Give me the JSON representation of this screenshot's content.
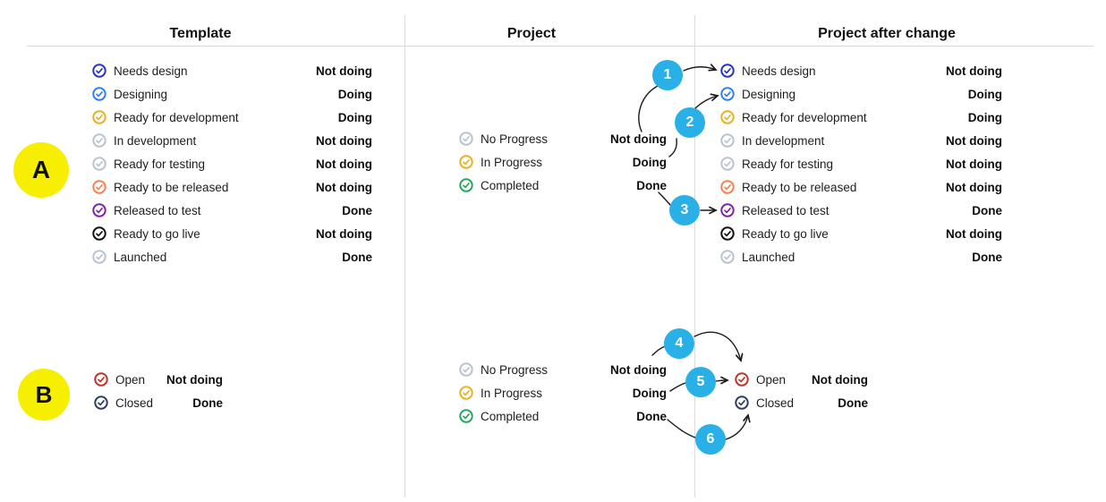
{
  "header": {
    "columns": [
      "Template",
      "Project",
      "Project after change"
    ]
  },
  "badges": {
    "a": "A",
    "b": "B"
  },
  "markers": [
    "1",
    "2",
    "3",
    "4",
    "5",
    "6"
  ],
  "colors": {
    "marker_bg": "#29b1e7",
    "badge_bg": "#f7ef00",
    "arrow": "#1a1a1a",
    "divider": "#dcdcdc"
  },
  "lists": {
    "software_statuses": {
      "items": [
        {
          "icon": "check-circle",
          "color": "#2236cf",
          "label": "Needs design",
          "value": "Not doing"
        },
        {
          "icon": "check-circle",
          "color": "#2f80ed",
          "label": "Designing",
          "value": "Doing"
        },
        {
          "icon": "check-circle",
          "color": "#e9b021",
          "label": "Ready for development",
          "value": "Doing"
        },
        {
          "icon": "check-circle",
          "color": "#b9c3cf",
          "label": "In development",
          "value": "Not doing"
        },
        {
          "icon": "check-circle",
          "color": "#b9c3cf",
          "label": "Ready for testing",
          "value": "Not doing"
        },
        {
          "icon": "check-circle",
          "color": "#f4814e",
          "label": "Ready to be released",
          "value": "Not doing"
        },
        {
          "icon": "check-circle",
          "color": "#7e22a8",
          "label": "Released to test",
          "value": "Done"
        },
        {
          "icon": "check-circle",
          "color": "#111111",
          "label": "Ready to go live",
          "value": "Not doing"
        },
        {
          "icon": "check-circle",
          "color": "#b9c3cf",
          "label": "Launched",
          "value": "Done"
        }
      ]
    },
    "project_statuses": {
      "items": [
        {
          "icon": "check-circle",
          "color": "#b9c3cf",
          "label": "No Progress",
          "value": "Not doing"
        },
        {
          "icon": "check-circle",
          "color": "#e9b021",
          "label": "In Progress",
          "value": "Doing"
        },
        {
          "icon": "check-circle",
          "color": "#27a65a",
          "label": "Completed",
          "value": "Done"
        }
      ]
    },
    "simple_statuses": {
      "items": [
        {
          "icon": "check-circle",
          "color": "#bc3528",
          "label": "Open",
          "value": "Not doing"
        },
        {
          "icon": "check-circle",
          "color": "#2c3f68",
          "label": "Closed",
          "value": "Done"
        }
      ]
    }
  }
}
